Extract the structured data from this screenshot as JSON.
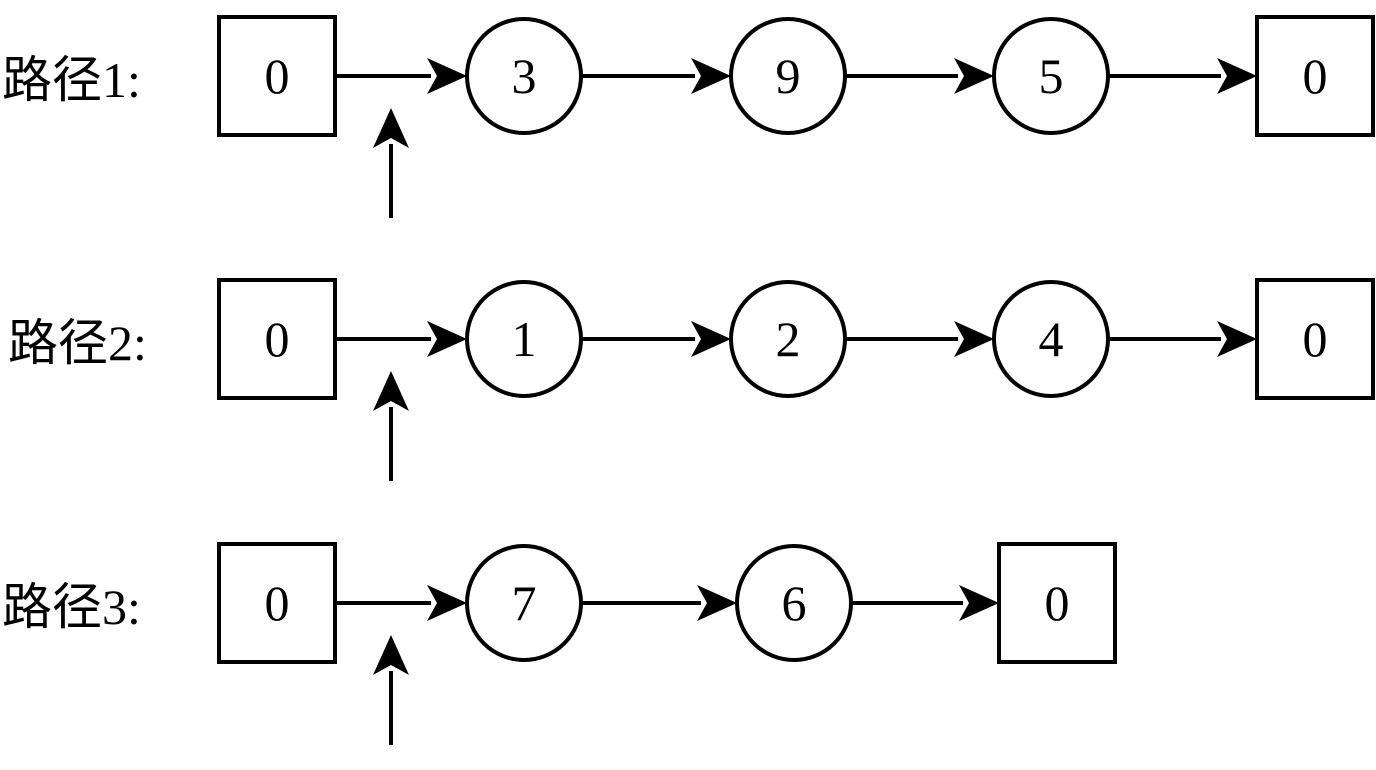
{
  "diagram": {
    "routes": [
      {
        "label": "路径1:",
        "nodes": [
          {
            "type": "depot",
            "value": "0"
          },
          {
            "type": "customer",
            "value": "3"
          },
          {
            "type": "customer",
            "value": "9"
          },
          {
            "type": "customer",
            "value": "5"
          },
          {
            "type": "depot",
            "value": "0"
          }
        ]
      },
      {
        "label": "路径2:",
        "nodes": [
          {
            "type": "depot",
            "value": "0"
          },
          {
            "type": "customer",
            "value": "1"
          },
          {
            "type": "customer",
            "value": "2"
          },
          {
            "type": "customer",
            "value": "4"
          },
          {
            "type": "depot",
            "value": "0"
          }
        ]
      },
      {
        "label": "路径3:",
        "nodes": [
          {
            "type": "depot",
            "value": "0"
          },
          {
            "type": "customer",
            "value": "7"
          },
          {
            "type": "customer",
            "value": "6"
          },
          {
            "type": "depot",
            "value": "0"
          }
        ]
      }
    ],
    "colors": {
      "stroke": "#000000",
      "fill": "#ffffff",
      "text": "#000000"
    }
  }
}
